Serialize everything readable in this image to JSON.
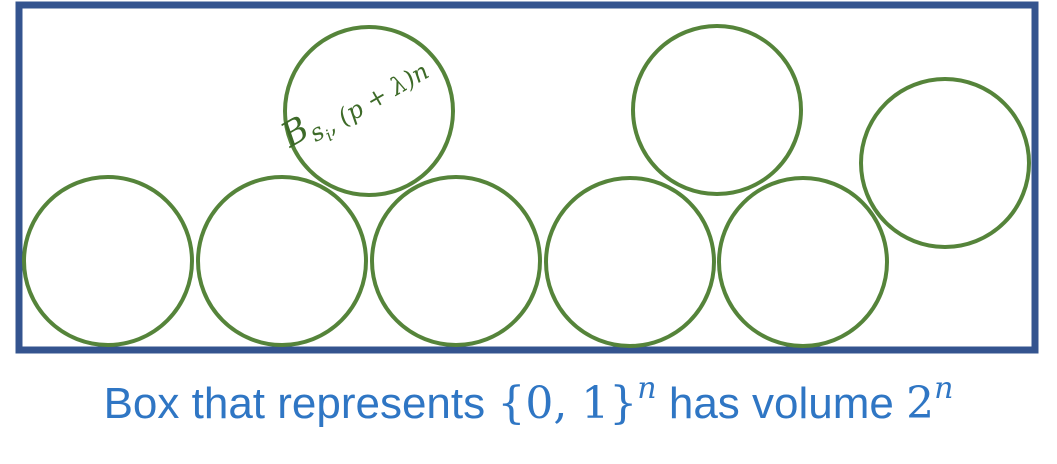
{
  "colors": {
    "box_stroke": "#34548f",
    "ball_stroke": "#55843a",
    "caption": "#2f76c4",
    "label": "#3d6a28"
  },
  "ball_label": {
    "base": "B",
    "subscript": "s",
    "subscript_index": "i",
    "radius_expr": ", (p + λ)n"
  },
  "caption": {
    "prefix": "Box that represents ",
    "set": "{0, 1}",
    "set_exponent": "n",
    "middle": " has volume ",
    "volume_base": "2",
    "volume_exponent": "n"
  }
}
